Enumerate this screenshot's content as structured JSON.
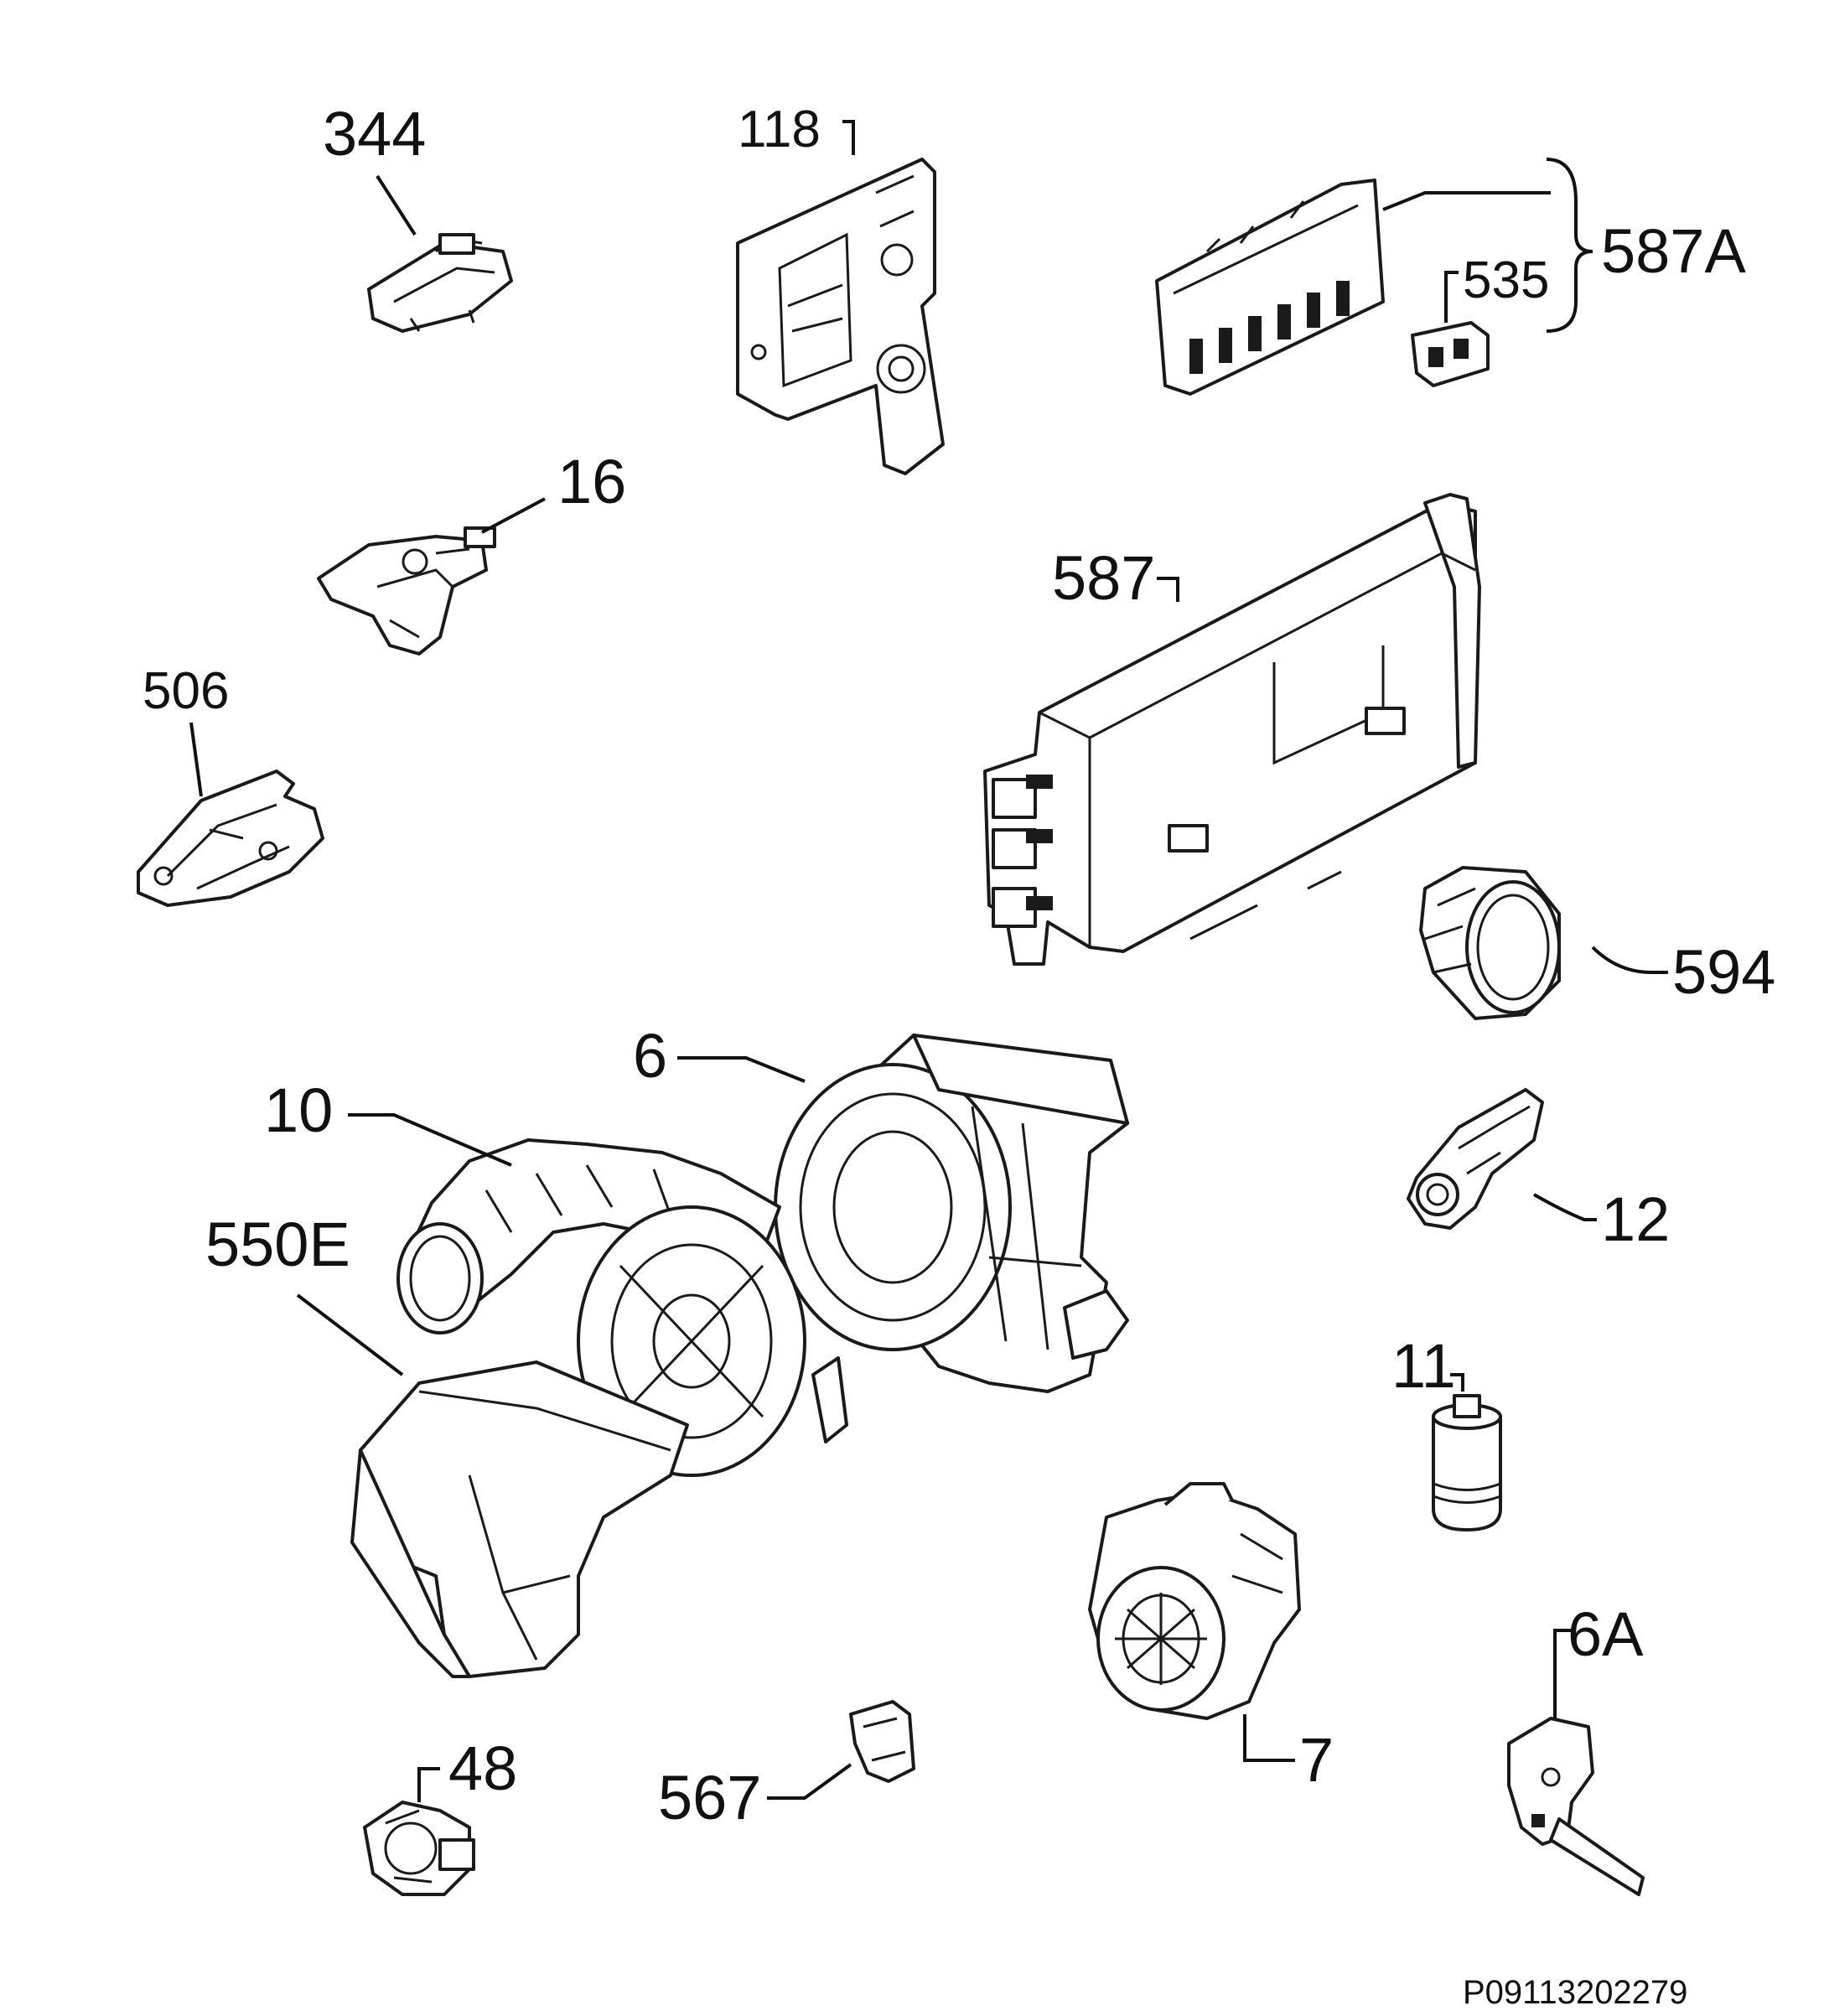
{
  "diagram": {
    "labels": [
      {
        "id": "344",
        "text": "344"
      },
      {
        "id": "118",
        "text": "118"
      },
      {
        "id": "587A",
        "text": "587A"
      },
      {
        "id": "535",
        "text": "535"
      },
      {
        "id": "16",
        "text": "16"
      },
      {
        "id": "587",
        "text": "587"
      },
      {
        "id": "506",
        "text": "506"
      },
      {
        "id": "594",
        "text": "594"
      },
      {
        "id": "6",
        "text": "6"
      },
      {
        "id": "10",
        "text": "10"
      },
      {
        "id": "550E",
        "text": "550E"
      },
      {
        "id": "12",
        "text": "12"
      },
      {
        "id": "11",
        "text": "11"
      },
      {
        "id": "7",
        "text": "7"
      },
      {
        "id": "6A",
        "text": "6A"
      },
      {
        "id": "48",
        "text": "48"
      },
      {
        "id": "567",
        "text": "567"
      }
    ],
    "reference_code": "P09113202279"
  }
}
